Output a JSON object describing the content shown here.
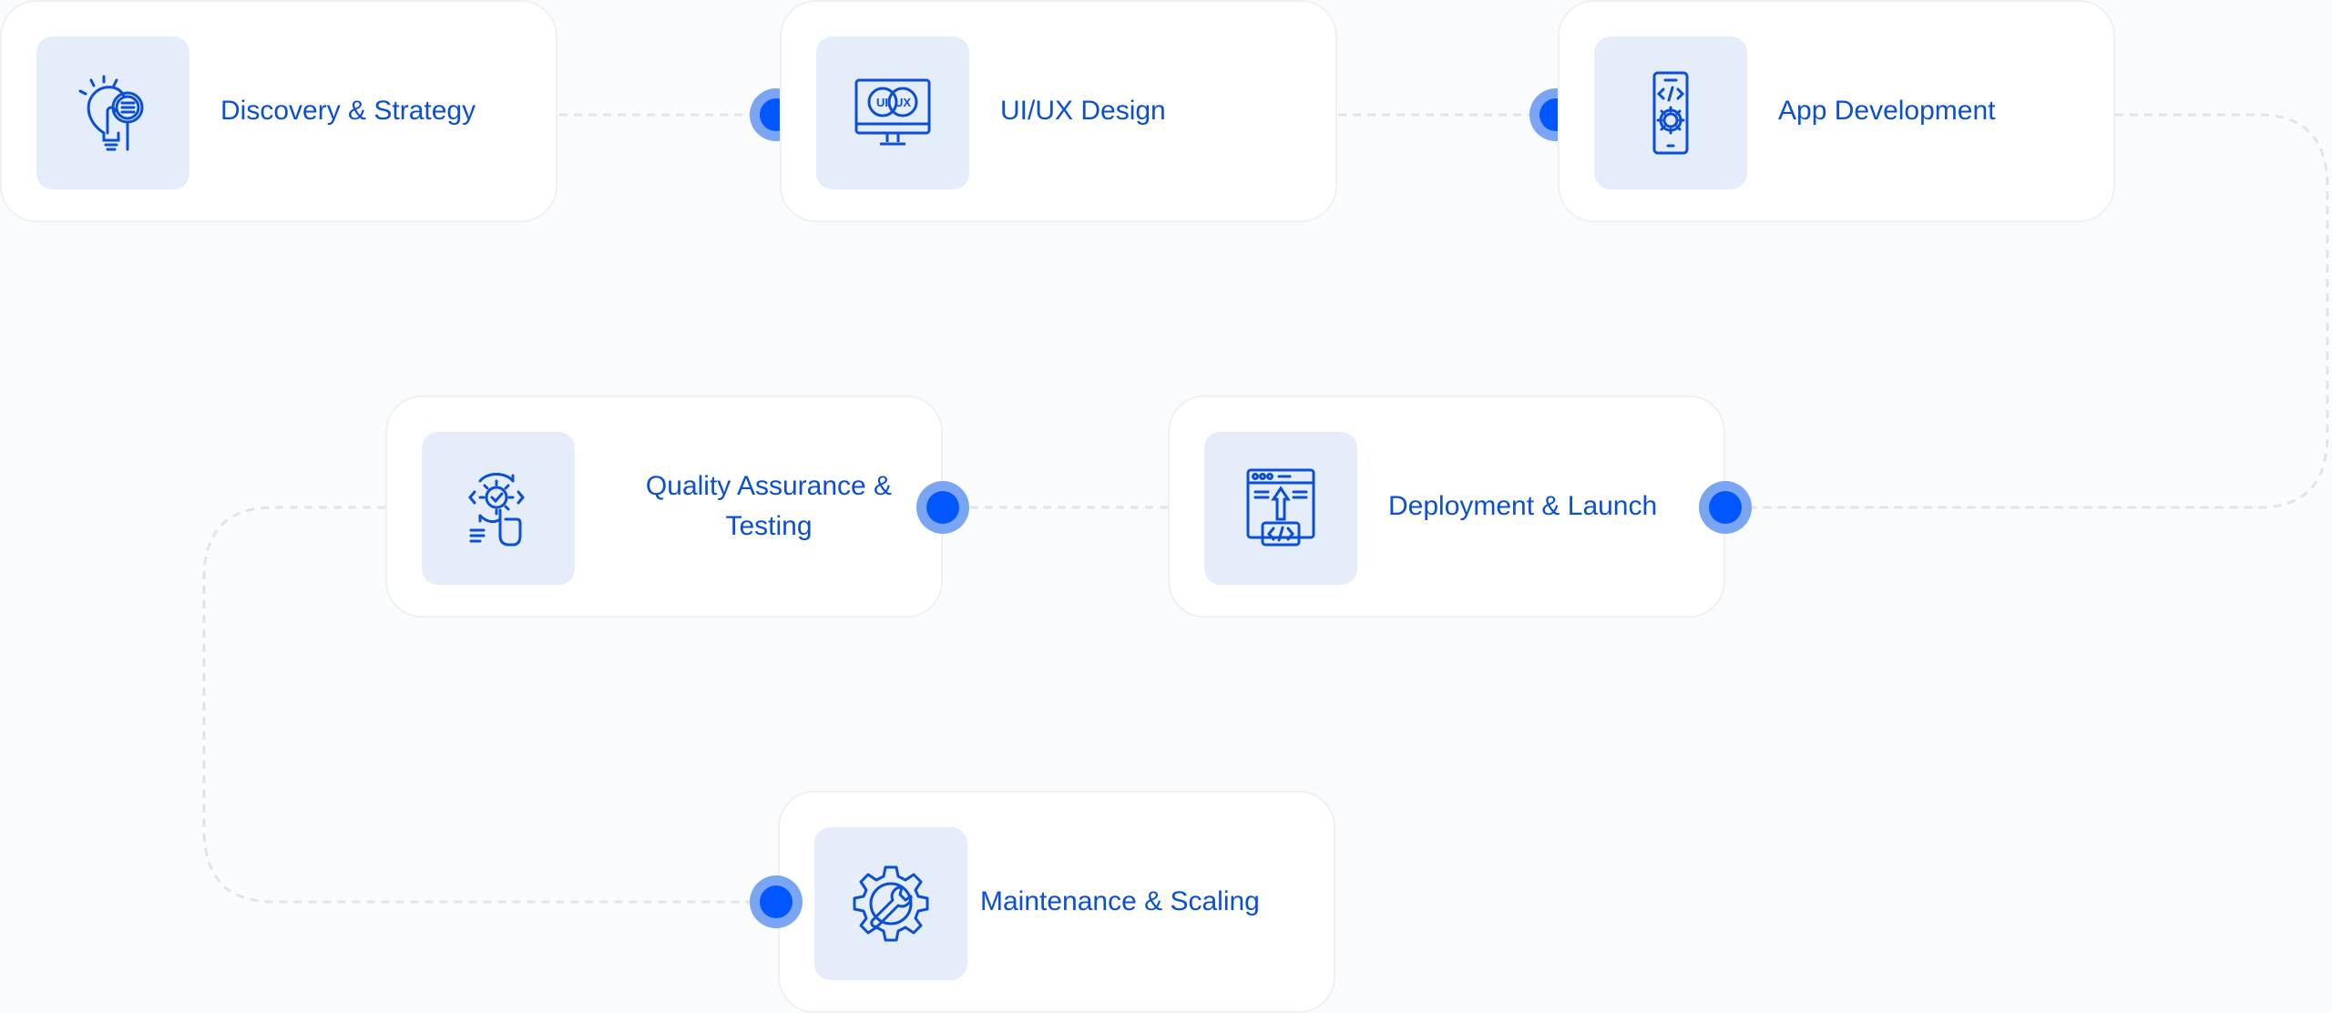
{
  "steps": [
    {
      "label": "Discovery & Strategy",
      "icon": "lightbulb-magnifier-icon"
    },
    {
      "label": "UI/UX Design",
      "icon": "monitor-uiux-icon",
      "icon_text_a": "UI",
      "icon_text_b": "UX"
    },
    {
      "label": "App Development",
      "icon": "phone-code-gear-icon"
    },
    {
      "label": "Deployment & Launch",
      "icon": "browser-upload-code-icon"
    },
    {
      "label": "Quality Assurance & Testing",
      "icon": "gear-check-hand-icon"
    },
    {
      "label": "Maintenance & Scaling",
      "icon": "gear-wrench-icon"
    }
  ],
  "colors": {
    "accent": "#0057ff",
    "accent_light": "#7aa5f5",
    "text": "#0a4fd6",
    "icon_bg": "#e5edfa",
    "connector": "#e3e6ec"
  }
}
